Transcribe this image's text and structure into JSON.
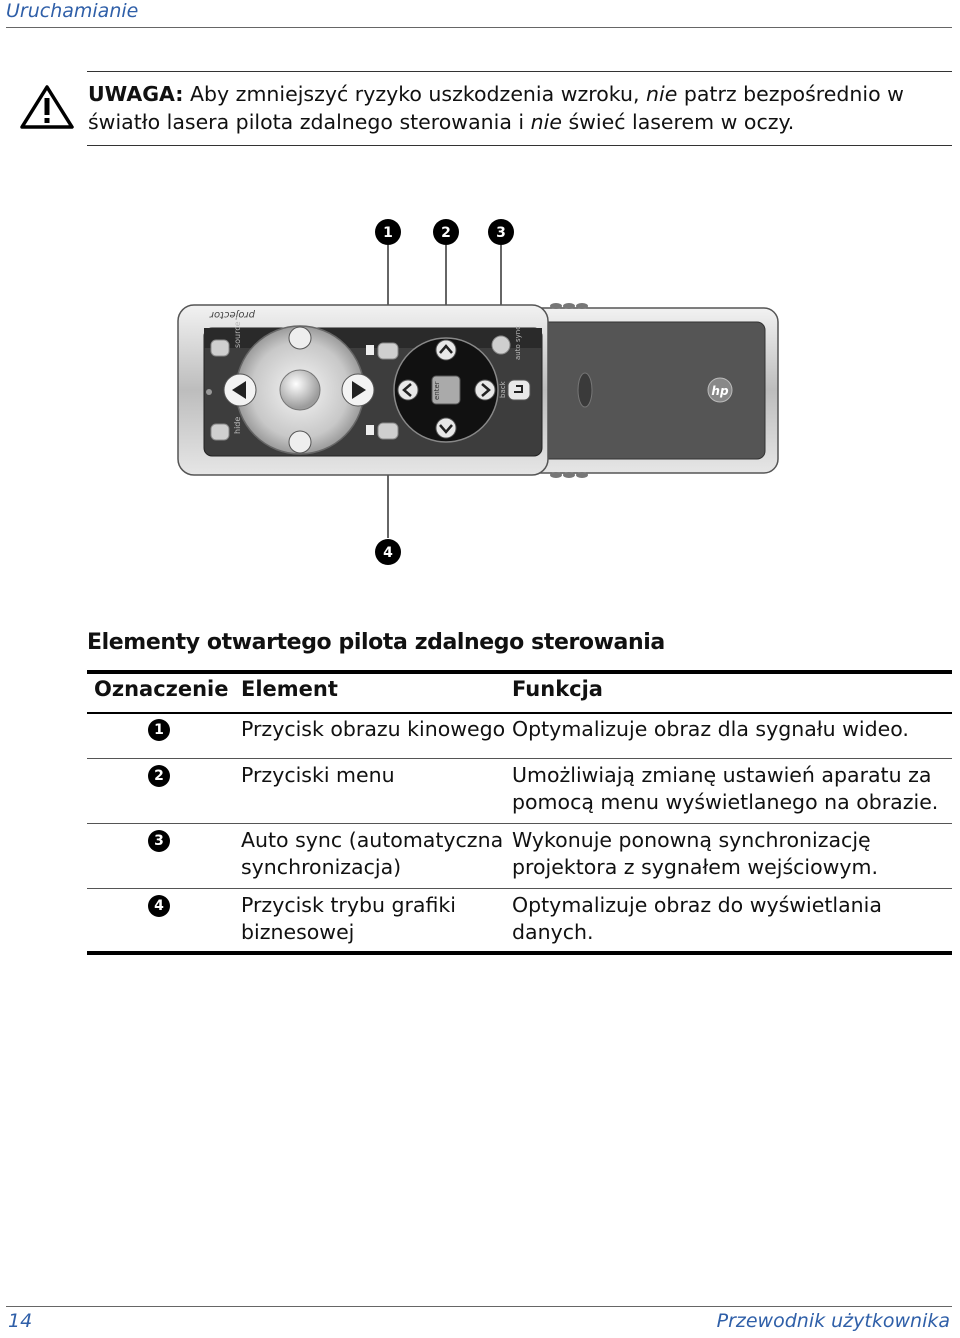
{
  "header": {
    "section": "Uruchamianie"
  },
  "warning": {
    "label": "UWAGA:",
    "text_1": " Aby zmniejszyć ryzyko uszkodzenia wzroku, ",
    "em_1": "nie",
    "text_2": " patrz bezpośrednio w światło lasera pilota zdalnego sterowania i ",
    "em_2": "nie",
    "text_3": " świeć laserem w oczy."
  },
  "figure": {
    "callouts": [
      "1",
      "2",
      "3",
      "4"
    ],
    "labels": {
      "brand": "projector",
      "source": "source",
      "hide": "hide",
      "auto_sync": "auto sync",
      "back": "back",
      "enter": "enter",
      "logo": "hp"
    }
  },
  "table": {
    "title": "Elementy otwartego pilota zdalnego sterowania",
    "headers": [
      "Oznaczenie",
      "Element",
      "Funkcja"
    ],
    "rows": [
      {
        "num": "1",
        "element": "Przycisk obrazu kinowego",
        "function": "Optymalizuje obraz dla sygnału wideo."
      },
      {
        "num": "2",
        "element": "Przyciski menu",
        "function_1": "Umożliwiają zmianę ustawień aparatu za",
        "function_2": "pomocą menu wyświetlanego na obrazie."
      },
      {
        "num": "3",
        "element_1": "Auto sync (automatyczna",
        "element_2": "synchronizacja)",
        "function_1": "Wykonuje ponowną synchronizację",
        "function_2": "projektora z sygnałem wejściowym."
      },
      {
        "num": "4",
        "element_1": "Przycisk trybu grafiki",
        "element_2": "biznesowej",
        "function_1": "Optymalizuje obraz do wyświetlania",
        "function_2": "danych."
      }
    ]
  },
  "footer": {
    "page_number": "14",
    "title": "Przewodnik użytkownika"
  }
}
